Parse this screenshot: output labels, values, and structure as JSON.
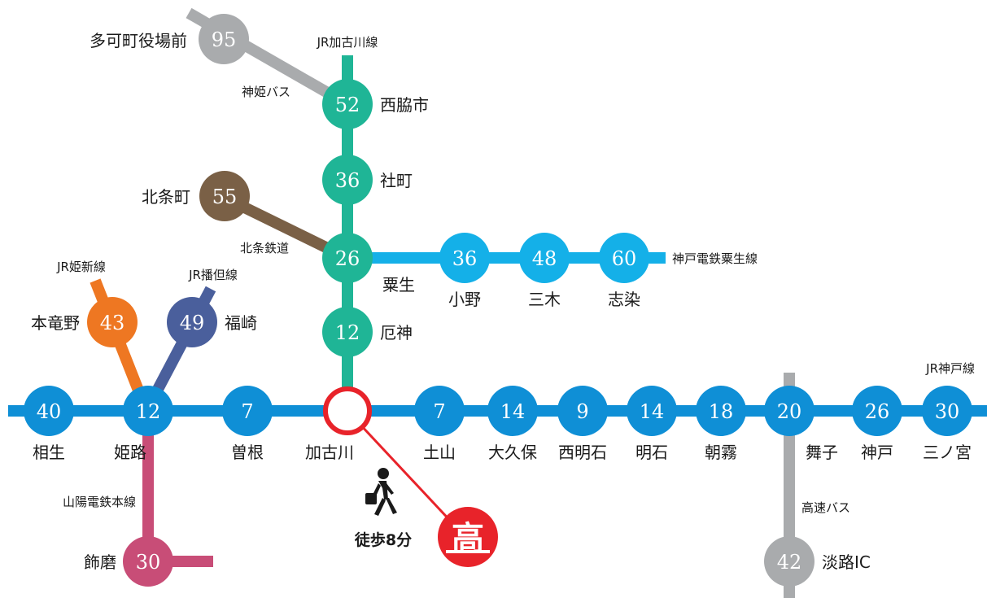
{
  "colors": {
    "jr_kobe": "#0f8fd6",
    "jr_kakogawa": "#1fb596",
    "shinki_bus": "#a9abad",
    "hojo": "#7a6046",
    "kobe_dentetsu": "#14b0e8",
    "kishin": "#ee7722",
    "bantan": "#4a5f9c",
    "sanyo": "#c84d77",
    "highway_bus": "#a9abad",
    "kakogawa_ring": "#e8232a",
    "school": "#e8232a"
  },
  "lines": {
    "jr_kakogawa": "JR加古川線",
    "shinki_bus": "神姫バス",
    "hojo": "北条鉄道",
    "kobe_dentetsu": "神戸電鉄粟生線",
    "kishin": "JR姫新線",
    "bantan": "JR播但線",
    "jr_kobe": "JR神戸線",
    "sanyo": "山陽電鉄本線",
    "highway_bus": "高速バス"
  },
  "stations": {
    "taka": {
      "name": "多可町役場前",
      "minutes": "95"
    },
    "nishiwaki": {
      "name": "西脇市",
      "minutes": "52"
    },
    "yashiro": {
      "name": "社町",
      "minutes": "36"
    },
    "hojomachi": {
      "name": "北条町",
      "minutes": "55"
    },
    "ao": {
      "name": "粟生",
      "minutes": "26"
    },
    "ono": {
      "name": "小野",
      "minutes": "36"
    },
    "miki": {
      "name": "三木",
      "minutes": "48"
    },
    "shijimi": {
      "name": "志染",
      "minutes": "60"
    },
    "yakujin": {
      "name": "厄神",
      "minutes": "12"
    },
    "hontatsuno": {
      "name": "本竜野",
      "minutes": "43"
    },
    "fukusaki": {
      "name": "福崎",
      "minutes": "49"
    },
    "aioi": {
      "name": "相生",
      "minutes": "40"
    },
    "himeji": {
      "name": "姫路",
      "minutes": "12"
    },
    "sone": {
      "name": "曽根",
      "minutes": "7"
    },
    "kakogawa": {
      "name": "加古川"
    },
    "tsuchiyama": {
      "name": "土山",
      "minutes": "7"
    },
    "okubo": {
      "name": "大久保",
      "minutes": "14"
    },
    "nishiakashi": {
      "name": "西明石",
      "minutes": "9"
    },
    "akashi": {
      "name": "明石",
      "minutes": "14"
    },
    "asagiri": {
      "name": "朝霧",
      "minutes": "18"
    },
    "maiko": {
      "name": "舞子",
      "minutes": "20"
    },
    "kobe": {
      "name": "神戸",
      "minutes": "26"
    },
    "sannomiya": {
      "name": "三ノ宮",
      "minutes": "30"
    },
    "shikama": {
      "name": "飾磨",
      "minutes": "30"
    },
    "awaji": {
      "name": "淡路IC",
      "minutes": "42"
    }
  },
  "walk": {
    "text": "徒歩8分",
    "icon": "walking-person-icon"
  },
  "school": {
    "icon": "school-logo-icon",
    "glyph": "高"
  }
}
